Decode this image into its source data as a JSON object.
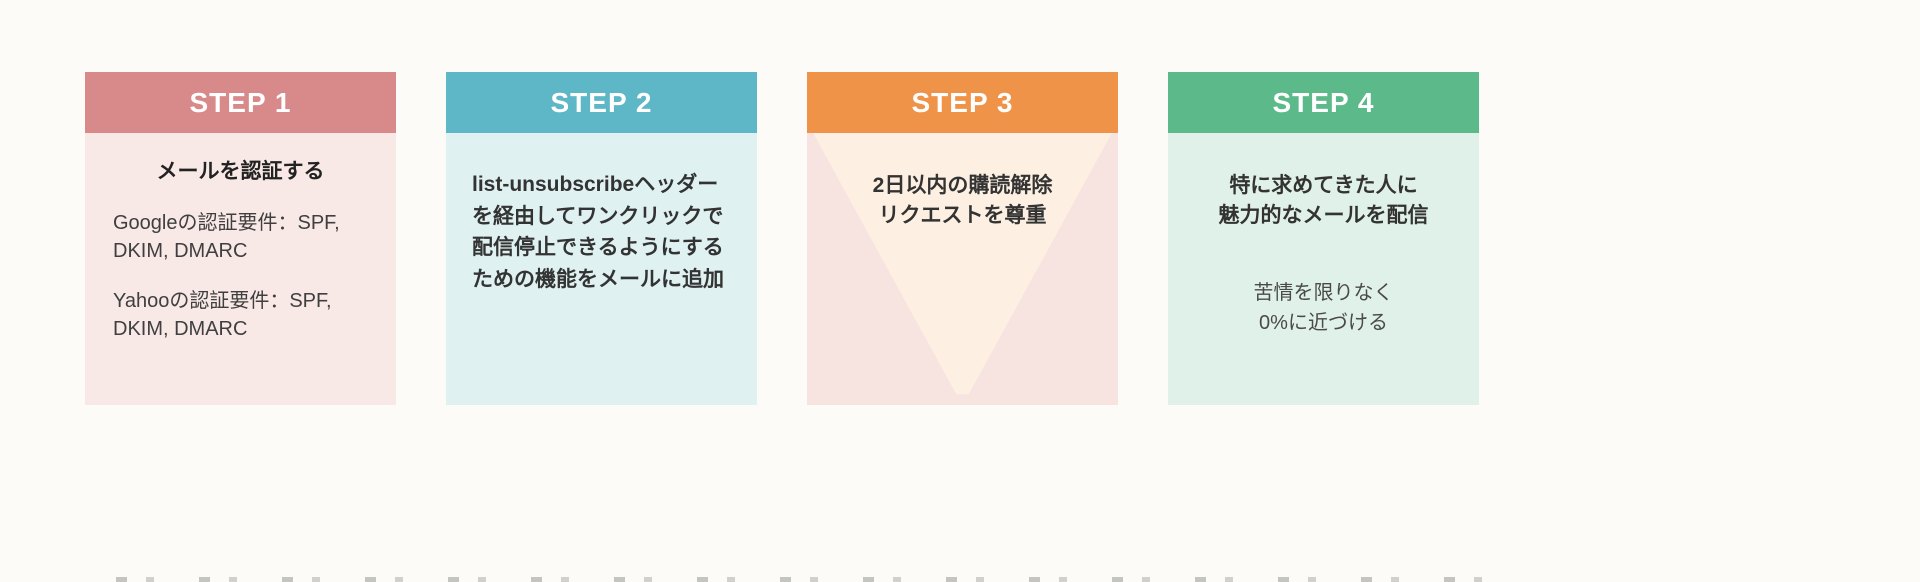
{
  "page": {
    "background": "#fcfbf7"
  },
  "steps": [
    {
      "label": "STEP 1",
      "header_color": "#d88989",
      "body_color": "#f8e9e7",
      "title": "メールを認証する",
      "items": [
        "Googleの認証要件：SPF, DKIM, DMARC",
        "Yahooの認証要件：SPF, DKIM, DMARC"
      ]
    },
    {
      "label": "STEP 2",
      "header_color": "#5eb7c6",
      "body_color": "#e0f1f2",
      "body": "list-unsubscribeヘッダーを経由してワンクリックで配信停止できるようにするための機能をメールに追加"
    },
    {
      "label": "STEP 3",
      "header_color": "#ee9348",
      "body_color": "#f7e4e0",
      "funnel_color": "#fdf0e2",
      "body": "2日以内の購読解除\nリクエストを尊重"
    },
    {
      "label": "STEP 4",
      "header_color": "#5cb98a",
      "body_color": "#e0f1e9",
      "title": "特に求めてきた人に\n魅力的なメールを配信",
      "note": "苦情を限りなく\n0%に近づける"
    }
  ]
}
